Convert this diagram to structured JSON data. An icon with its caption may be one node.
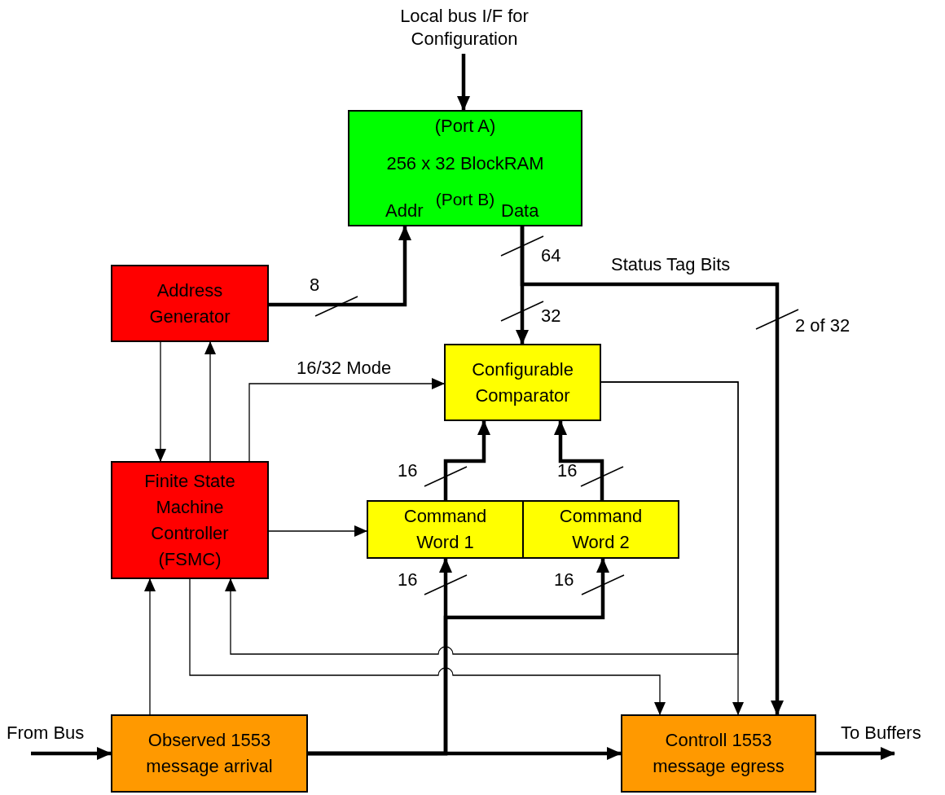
{
  "diagram": {
    "nodes": [
      {
        "text": [
          "(Port A)",
          "256 x 32 BlockRAM",
          "(Port B)",
          "Addr",
          "Data"
        ]
      },
      {
        "text": [
          "Address Generator"
        ]
      },
      {
        "text": [
          "Configurable Comparator"
        ]
      },
      {
        "text": [
          "Finite State Machine Controller (FSMC)"
        ]
      },
      {
        "text": [
          "Command Word 1"
        ]
      },
      {
        "text": [
          "Command Word 2"
        ]
      },
      {
        "text": [
          "Observed 1553 message arrival"
        ]
      },
      {
        "text": [
          "Controll 1553 message egress"
        ]
      },
      {
        "text": [
          "Local bus I/F for Configuration"
        ]
      }
    ],
    "edges": [
      {
        "from": 8,
        "to": 0,
        "arrow": "to"
      },
      {
        "from": 1,
        "to": 0,
        "arrow": "to",
        "label": "8"
      },
      {
        "from": 0,
        "to": 2,
        "arrow": "to",
        "label": "32"
      },
      {
        "from": 0,
        "to": 7,
        "arrow": "to",
        "label": "2 of 32"
      },
      {
        "from": 1,
        "to": 3,
        "arrow": "to"
      },
      {
        "from": 3,
        "to": 1,
        "arrow": "to"
      },
      {
        "from": 3,
        "to": 2,
        "arrow": "to",
        "label": "16/32 Mode"
      },
      {
        "from": 3,
        "to": 4,
        "arrow": "to"
      },
      {
        "from": 4,
        "to": 2,
        "arrow": "to",
        "label": "16"
      },
      {
        "from": 5,
        "to": 2,
        "arrow": "to",
        "label": "16"
      },
      {
        "from": 6,
        "to": 4,
        "arrow": "to",
        "label": "16"
      },
      {
        "from": 6,
        "to": 5,
        "arrow": "to",
        "label": "16"
      },
      {
        "from": 6,
        "to": 7,
        "arrow": "to"
      },
      {
        "from": 6,
        "to": 3,
        "arrow": "to"
      },
      {
        "from": 2,
        "to": 3,
        "arrow": "to"
      },
      {
        "from": 2,
        "to": 7,
        "arrow": "to"
      },
      {
        "from": 3,
        "to": 7,
        "arrow": "to"
      },
      {
        "from": null,
        "to": 6,
        "arrow": "to",
        "label": "From Bus"
      },
      {
        "from": 7,
        "to": null,
        "arrow": "to",
        "label": "To Buffers"
      }
    ],
    "labels": [
      "64",
      "Status Tag Bits"
    ]
  }
}
